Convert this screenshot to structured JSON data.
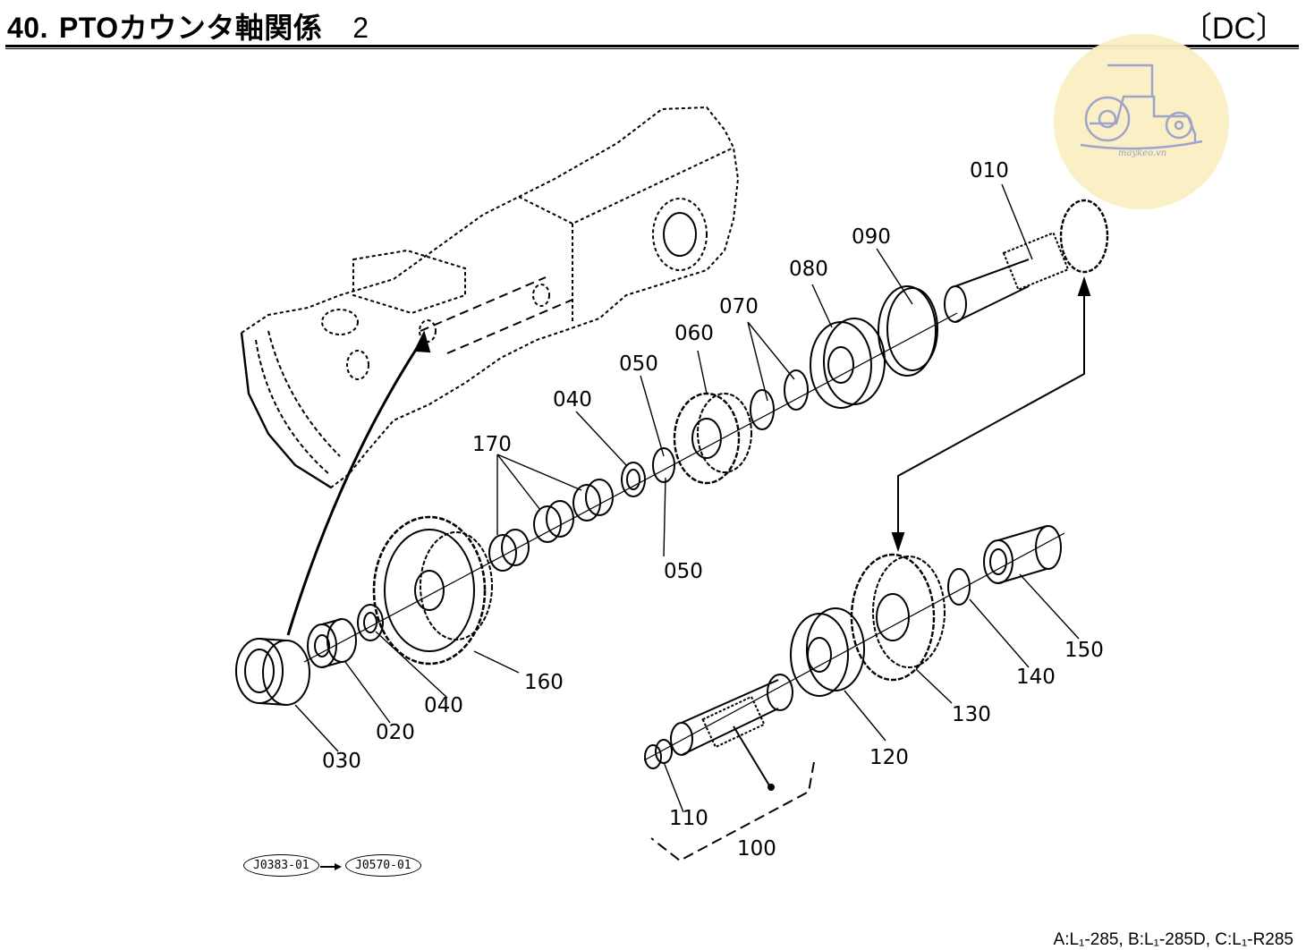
{
  "header": {
    "section_number": "40.",
    "section_title": "PTOカウンタ軸関係",
    "page": "2",
    "model_tag": "〔DC〕"
  },
  "logo": {
    "icon": "tractor-icon",
    "text": "maykeo.vn",
    "color": "#fbefc2"
  },
  "callouts": {
    "p010": "010",
    "p020": "020",
    "p030": "030",
    "p040a": "040",
    "p040b": "040",
    "p050a": "050",
    "p050b": "050",
    "p060": "060",
    "p070": "070",
    "p080": "080",
    "p090": "090",
    "p100": "100",
    "p110": "110",
    "p120": "120",
    "p130": "130",
    "p140": "140",
    "p150": "150",
    "p160": "160",
    "p170": "170"
  },
  "references": {
    "from": "J0383-01",
    "to": "J0570-01"
  },
  "footer": {
    "applicability": "A:L₁-285, B:L₁-285D, C:L₁-R285"
  }
}
